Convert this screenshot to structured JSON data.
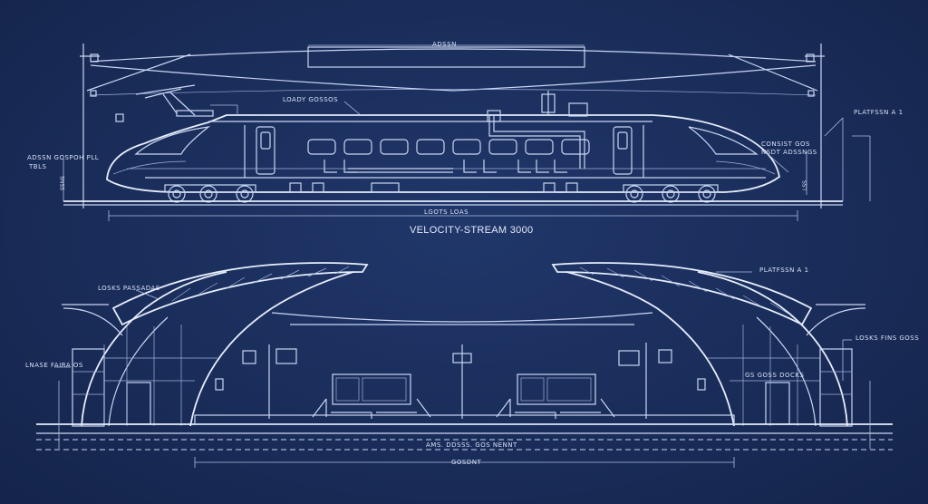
{
  "top": {
    "dim_top": "ADSSN",
    "car_label": "LOADY GOSSOS",
    "left_note": "ADSSN GOSPOH PLL",
    "left_note2": "TBLS",
    "right_note1": "PLATFSSN A 1",
    "right_note2": "CONSIST GOS",
    "right_note3": "NSDT ADSSNGS",
    "bottom_dim": "LGOTS LOAS",
    "caption": "VELOCITY-STREAM 3000",
    "left_vert": "SSNS",
    "right_vert": "LSS"
  },
  "bottom": {
    "left_canopy": "LOSKS PASSADAS",
    "right_canopy": "PLATFSSN A 1",
    "left_side": "LNASE FAIRA OS",
    "right_side": "LOSKS FINS GOSS",
    "center_right": "GS GOSS DOCKS",
    "track_label": "AMS. DDSSS. GOS NENNT",
    "bottom_dim": "GOSDNT"
  },
  "colors": {
    "background": "#1a2d5a",
    "line": "#c9d6f2"
  }
}
